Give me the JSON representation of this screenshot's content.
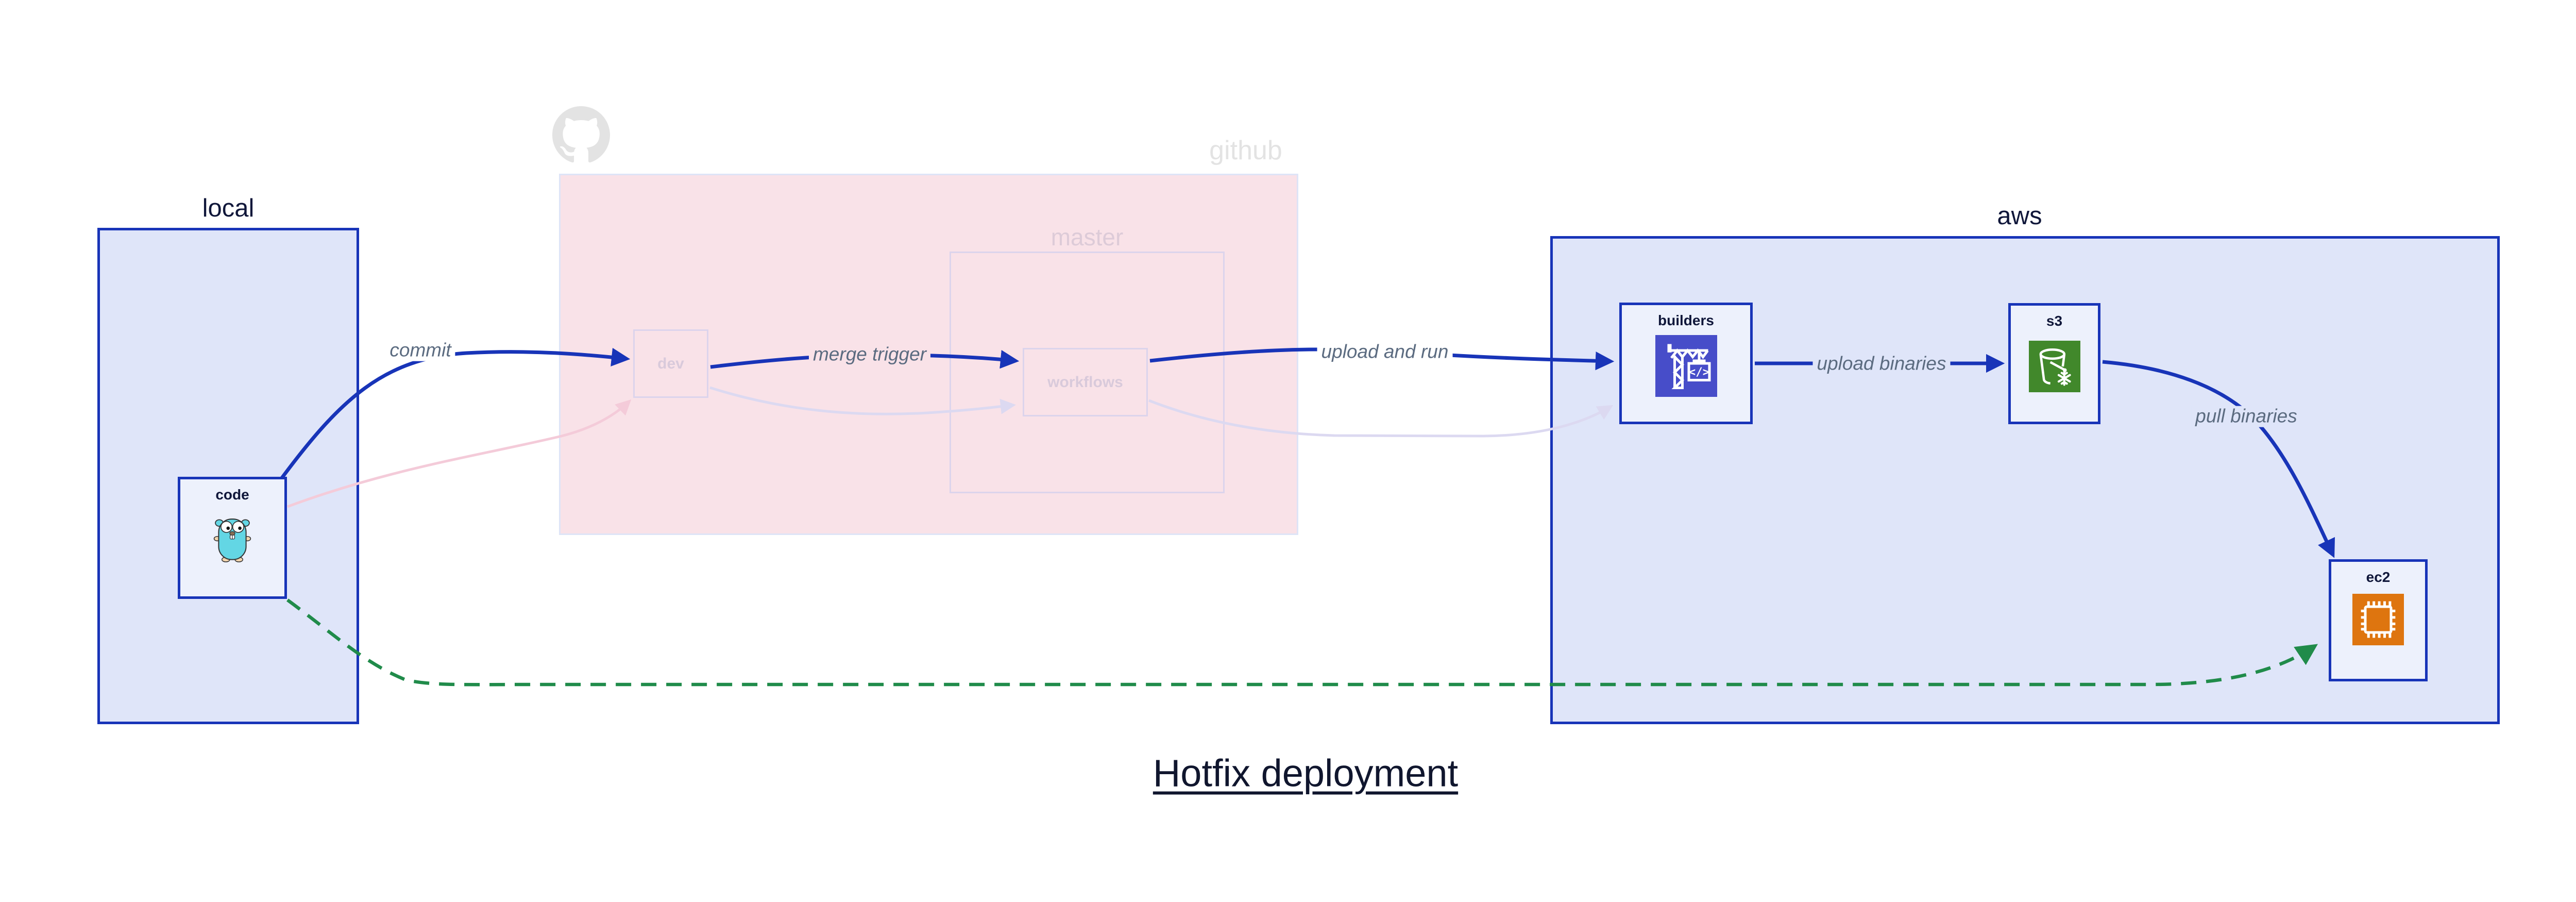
{
  "title": "Hotfix deployment",
  "groups": {
    "local": {
      "label": "local"
    },
    "github": {
      "label": "github",
      "branch_label": "master"
    },
    "aws": {
      "label": "aws"
    }
  },
  "nodes": {
    "code": {
      "label": "code",
      "icon": "go-gopher"
    },
    "dev": {
      "label": "dev"
    },
    "workflows": {
      "label": "workflows"
    },
    "builders": {
      "label": "builders",
      "icon": "codebuild-crane"
    },
    "s3": {
      "label": "s3",
      "icon": "s3-bucket"
    },
    "ec2": {
      "label": "ec2",
      "icon": "ec2-chip"
    }
  },
  "edges": [
    {
      "id": "commit",
      "label": "commit",
      "from": "code",
      "to": "dev",
      "style": "solid-blue"
    },
    {
      "id": "merge-trigger",
      "label": "merge trigger",
      "from": "dev",
      "to": "workflows",
      "style": "solid-blue"
    },
    {
      "id": "upload-and-run",
      "label": "upload and run",
      "from": "workflows",
      "to": "builders",
      "style": "solid-blue"
    },
    {
      "id": "upload-binaries",
      "label": "upload binaries",
      "from": "builders",
      "to": "s3",
      "style": "solid-blue"
    },
    {
      "id": "pull-binaries",
      "label": "pull binaries",
      "from": "s3",
      "to": "ec2",
      "style": "solid-blue"
    },
    {
      "id": "code-to-dev-faded",
      "label": "",
      "from": "code",
      "to": "dev",
      "style": "faded-pink"
    },
    {
      "id": "dev-to-workflows-faded",
      "label": "",
      "from": "dev",
      "to": "workflows",
      "style": "faded-lavender"
    },
    {
      "id": "workflows-to-builders-faded",
      "label": "",
      "from": "workflows",
      "to": "builders",
      "style": "faded-lavender"
    },
    {
      "id": "hotfix-direct-path",
      "label": "",
      "from": "code",
      "to": "ec2",
      "style": "dashed-green"
    }
  ],
  "colors": {
    "accent_blue": "#1834b8",
    "group_fill": "#dfe5f9",
    "node_fill": "#edf1fc",
    "github_fill": "#f9e2e8",
    "faded_border": "#dcd4ec",
    "faded_text": "#d9cadb",
    "github_gray": "#e3e3e3",
    "edge_label_gray": "#5b6b80",
    "hotfix_green": "#208b4a",
    "faint_pink_edge": "#f4cbd9",
    "faint_lavender_edge": "#dcd9f1",
    "builders_icon": "#474dc9",
    "s3_icon": "#41882b",
    "ec2_icon": "#de750f",
    "navy_text": "#10173a"
  }
}
